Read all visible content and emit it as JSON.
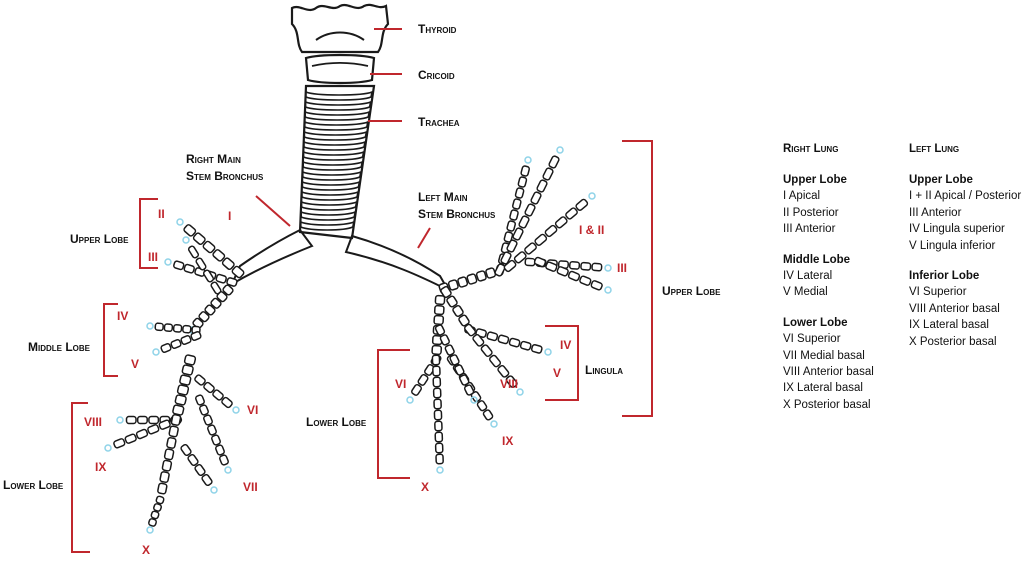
{
  "larynx": {
    "thyroid": "Thyroid",
    "cricoid": "Cricoid",
    "trachea": "Trachea"
  },
  "bronchi": {
    "right_main_line1": "Right Main",
    "right_main_line2": "Stem Bronchus",
    "left_main_line1": "Left Main",
    "left_main_line2": "Stem Bronchus"
  },
  "lobes": {
    "right_upper": "Upper Lobe",
    "right_middle": "Middle Lobe",
    "right_lower": "Lower Lobe",
    "left_upper": "Upper Lobe",
    "left_lower": "Lower Lobe",
    "lingula": "Lingula"
  },
  "segments": {
    "r_ii": "II",
    "r_i": "I",
    "r_iii": "III",
    "r_iv": "IV",
    "r_v": "V",
    "r_viii": "VIII",
    "r_vi": "VI",
    "r_ix": "IX",
    "r_vii": "VII",
    "r_x": "X",
    "l_i_ii": "I & II",
    "l_iii": "III",
    "l_iv": "IV",
    "l_v": "V",
    "l_vi": "VI",
    "l_viii": "VIII",
    "l_ix": "IX",
    "l_x": "X"
  },
  "legend": {
    "right": {
      "heading": "Right Lung",
      "groups": [
        {
          "title": "Upper Lobe",
          "items": [
            "I Apical",
            "II Posterior",
            "III Anterior"
          ]
        },
        {
          "title": "Middle Lobe",
          "items": [
            "IV Lateral",
            "V Medial"
          ]
        },
        {
          "title": "Lower Lobe",
          "items": [
            "VI Superior",
            "VII Medial basal",
            "VIII Anterior basal",
            "IX Lateral basal",
            "X Posterior basal"
          ]
        }
      ]
    },
    "left": {
      "heading": "Left Lung",
      "groups": [
        {
          "title": "Upper Lobe",
          "items": [
            "I + II Apical / Posterior",
            "III Anterior",
            "IV Lingula superior",
            "V Lingula inferior"
          ]
        },
        {
          "title": "Inferior Lobe",
          "items": [
            "VI Superior",
            "VIII Anterior basal",
            "IX Lateral basal",
            "X Posterior basal"
          ]
        }
      ]
    }
  },
  "colors": {
    "annotation": "#c0272d",
    "outline": "#1a1a1a",
    "tip": "#8fd3e8"
  }
}
